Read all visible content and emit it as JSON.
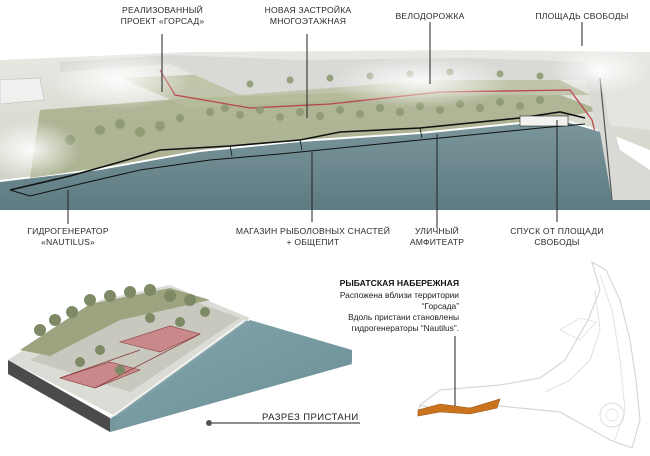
{
  "top_labels": {
    "gorsad": "РЕАЛИЗОВАННЫЙ\nПРОЕКТ «ГОРСАД»",
    "new_building": "НОВАЯ ЗАСТРОЙКА\nМНОГОЭТАЖНАЯ",
    "bike_path": "ВЕЛОДОРОЖКА",
    "freedom_square": "ПЛОЩАДЬ СВОБОДЫ"
  },
  "bottom_labels": {
    "hydrogenerator": "ГИДРОГЕНЕРАТОР\n«NAUTILUS»",
    "fishing_shop": "МАГАЗИН РЫБОЛОВНЫХ СНАСТЕЙ\n+ ОБЩЕПИТ",
    "amphitheatre": "УЛИЧНЫЙ\nАМФИТЕАТР",
    "descent": "СПУСК ОТ ПЛОЩАДИ\nСВОБОДЫ"
  },
  "description": {
    "title": "РЫБАТСКАЯ НАБЕРЕЖНАЯ",
    "text": "Распожена вблизи территории\n“Горсада”\nВдоль пристани становлены\nгидрогенераторы “Nautilus”."
  },
  "section_label": "РАЗРЕЗ ПРИСТАНИ",
  "colors": {
    "water": "#6f8d93",
    "accent_orange": "#c9731e",
    "path_red": "#b8474a"
  }
}
